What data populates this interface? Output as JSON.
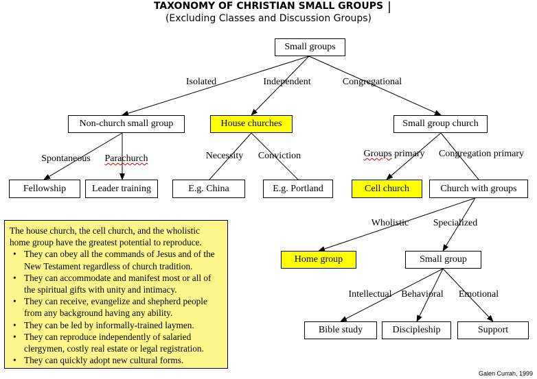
{
  "title": "TAXONOMY OF CHRISTIAN SMALL GROUPS",
  "subtitle": "(Excluding Classes and Discussion Groups)",
  "nodes": {
    "small_groups": "Small groups",
    "non_church_small_group": "Non-church small group",
    "house_churches": "House churches",
    "small_group_church": "Small group church",
    "fellowship": "Fellowship",
    "leader_training": "Leader training",
    "eg_china": "E.g. China",
    "eg_portland": "E.g. Portland",
    "cell_church": "Cell church",
    "church_with_groups": "Church with groups",
    "home_group": "Home group",
    "small_group": "Small group",
    "bible_study": "Bible study",
    "discipleship": "Discipleship",
    "support": "Support"
  },
  "edge_labels": {
    "isolated": "Isolated",
    "independent": "Independent",
    "congregational": "Congregational",
    "spontaneous": "Spontaneous",
    "parachurch": "Parachurch",
    "necessity": "Necessity",
    "conviction": "Conviction",
    "groups_primary": "Groups primary",
    "congregation_primary": "Congregation primary",
    "wholistic": "Wholistic",
    "specialized": "Specialized",
    "intellectual": "Intellectual",
    "behavioral": "Behavioral",
    "emotional": "Emotional"
  },
  "note": {
    "intro": "The house church, the cell church, and the wholistic home group have the greatest potential to reproduce.",
    "bullets": [
      "They can obey all the commands of Jesus and of the New Testament regardless of church tradition.",
      "They can accommodate and manifest most or all of the spiritual gifts with unity and intimacy.",
      "They can receive, evangelize and shepherd people from any background having any ability.",
      "They can be led by informally-trained laymen.",
      "They can reproduce independently of salaried clergymen, costly real estate or legal registration.",
      "They can quickly adopt new cultural forms."
    ]
  },
  "credit": "Galen Currah, 1999",
  "colors": {
    "highlight": "#ffff00",
    "note_background": "#fff78c",
    "line": "#000000"
  }
}
